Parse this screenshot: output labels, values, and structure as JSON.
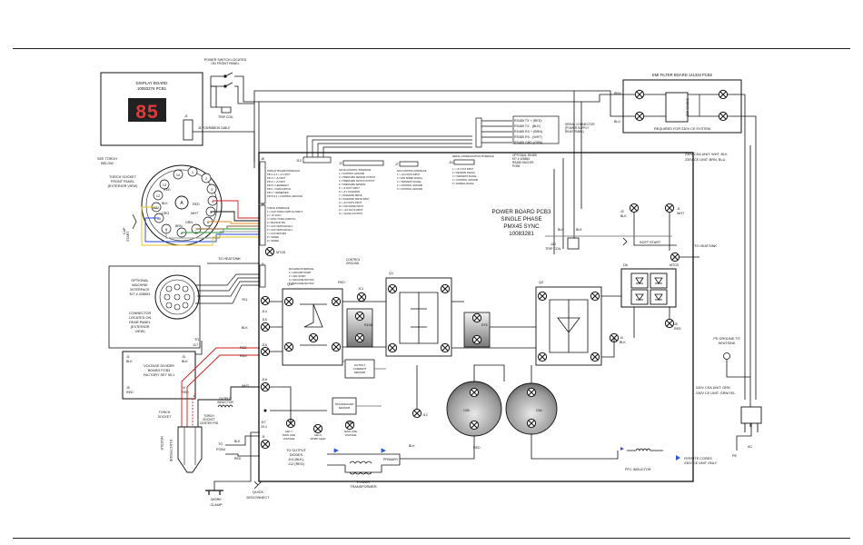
{
  "labels": {
    "power_switch": [
      "POWER SWITCH LOCATED",
      "ON FRONT PANEL"
    ],
    "trip_coil": "TRIP COIL",
    "display_board": [
      "DISPLAY BOARD",
      "10083276 PCB1"
    ],
    "display_digits": "85",
    "j1": "J1",
    "j1_cable": "J6 PCB/RIBBON CABLE",
    "see_torch": [
      "SEE TORCH",
      "BELOW"
    ],
    "torch_socket": [
      "TORCH SOCKET",
      "FRONT PANEL",
      "(EXTERIOR VIEW)"
    ],
    "socket_pins": [
      "1",
      "2",
      "3",
      "4",
      "5",
      "6",
      "7",
      "8",
      "9",
      "10",
      "11",
      "12",
      "13",
      "14"
    ],
    "socket_wire_labels": [
      "RED",
      "BLK",
      "ORG",
      "BRN",
      "GRN",
      "WHT",
      "RED",
      "BLU"
    ],
    "socket_center": "A",
    "cap_start": [
      "CAP",
      "START"
    ],
    "to_heatsink": "TO HEATSINK",
    "to_heatsink_right": "TO HEATSINK",
    "optional_interface": [
      "OPTIONAL",
      "MACHINE",
      "INTERFACE",
      "KIT # 428653"
    ],
    "connector_rear": [
      "CONNECTOR",
      "LOCATED ON",
      "REAR PANEL",
      "(EXTERIOR",
      "VIEW)"
    ],
    "to_j17": [
      "TO",
      "J17"
    ],
    "voltage_divider": [
      "VOLTAGE DIVIDER",
      "BOARD PCB4",
      "FACTORY SET 50:1"
    ],
    "vd_pins": [
      "J1",
      "BLK",
      "J3",
      "BLK",
      "J5",
      "RED",
      "J4",
      "RED"
    ],
    "torch_socket_lower": [
      "TORCH",
      "SOCKET"
    ],
    "torch_center_pin": [
      "TORCH",
      "SOCKET",
      "CENTER PIN"
    ],
    "output_inductor": [
      "OUTPUT",
      "INDUCTOR"
    ],
    "nozzle": "NOZZLE",
    "electrode": "ELECTRODE",
    "to_pcb4": [
      "TO",
      "PCB4"
    ],
    "work_clamp": [
      "WORK",
      "CLAMP"
    ],
    "quick_disconnect": [
      "QUICK",
      "DISCONNECT"
    ],
    "power_board": [
      "POWER BOARD PCB3",
      "SINGLE PHASE",
      "PMX45 SYNC",
      "10083281"
    ],
    "jacks": [
      "J8",
      "J3",
      "J2",
      "J7",
      "J9",
      "J10",
      "J11",
      "J12",
      "J13",
      "J14",
      "J15",
      "J16",
      "J17",
      "J18",
      "J19",
      "J2",
      "J1",
      "J4",
      "J5"
    ],
    "j17_ratio": "20:1",
    "j1_terminal": "J1",
    "mtg5": "MTG5",
    "mtg3": "MTG3",
    "control_ground": [
      "CONTROL",
      "GROUND"
    ],
    "q1": "Q1",
    "q2": "Q2",
    "q10": "Q10",
    "d6": "D6",
    "r106": "R106",
    "r76": "R76",
    "c65": "C65",
    "c64": "C64",
    "soft_start": "SOFT START",
    "output_current_sensor": [
      "OUTPUT",
      "CURRENT",
      "SENSOR"
    ],
    "transducer_sensor": [
      "TRANSDUCER",
      "SENSOR"
    ],
    "led_labels": [
      [
        "LED 7",
        "MAIN LINE",
        "VOLTAGE"
      ],
      [
        "LED 6",
        "WORK LEAD"
      ],
      [
        "LED 11",
        "MAIN LINE",
        "VOLTAGE"
      ]
    ],
    "primary": "PRIMARY",
    "to_output_diodes": [
      "TO OUTPUT",
      "DIODES",
      "J14 (BLK),",
      "J12 (RED)"
    ],
    "power_transformer": [
      "POWER",
      "TRANSFORMER"
    ],
    "pfc_inductor": "PFC INDUCTOR",
    "ferrite_cores": [
      "FERRITE CORES",
      "230V CE UNIT ONLY"
    ],
    "pe": "PE",
    "ac": "AC",
    "pe_ground": [
      "PE GROUND TO",
      "HEATSINK"
    ],
    "unit_240v": [
      "240V CSA UNIT: GRN",
      "230V CE UNIT: GRN/YEL"
    ],
    "unit_230v": [
      "230V CSA UNIT: WHT, BLK",
      "230V CE UNIT: BRN, BLU"
    ],
    "emi_filter": "EMI FILTER BOARD 141334 PCB2",
    "emi_choke": "EMI CHOKE",
    "emi_required": "REQUIRED FOR 230V CE SYSTEM",
    "brn": "BRN",
    "blu": "BLU",
    "blk": "BLK",
    "red": "RED",
    "yel": "YEL",
    "wht": "WHT",
    "j10_trip": [
      "J10",
      "TRIP COIL"
    ],
    "serial_connector": [
      "SERIAL CONNECTOR",
      "(POWER SUPPLY",
      "REAR PANEL)"
    ],
    "rs485": [
      "RS485 TX + (RED)",
      "RS485 TX - (BLK)",
      "RS485 RX + (BRN)",
      "RS485 RX - (WHT)",
      "RS485 GND (GRN)"
    ],
    "optional_rs485": [
      "OPTIONAL RS485",
      "KIT # 428654",
      "RS485 SACLER",
      "PCB5"
    ],
    "j8_interface": [
      "DISPLAY BOARD INTERFACE",
      "PIN 1 & 2  = +5 V-DCT",
      "PIN 3  = +5 VDCT",
      "PIN 4  = +5 VDCT",
      "PIN 5  = LED/READY",
      "PIN 1  = DATA/ORTCO",
      "PIN 7  = RESERVED",
      "PIN 8 & 9 = CONTROL GROUND"
    ],
    "j9_interface": [
      "TORCH INTERFACE",
      "1 = CAP TORCH SWITCH INPUT",
      "2 = +5 V-DCT",
      "3 = DISC TORCH SWITCH",
      "4 = BACKUP PIN",
      "5 = AUX VENT/VALVE 2",
      "6 = AUX VENT/VALVE 1",
      "7 = AUX RETURN",
      "8 = SPARE",
      "9 = SPARE",
      "10 = TORCH TYPE"
    ],
    "j3_interface": [
      "MACHINE INTERFACE",
      "1 = AROUND START",
      "2 = ARC START",
      "3 = MACHINE MOTION",
      "4 = MACHINE MOTION"
    ],
    "j2_interface": [
      "VALVE CONTROL INTERFACE",
      "1 = CONTROL GROUND",
      "2 = PRESSURE SENSOR OUTPUT",
      "3 = PRESSURE SWITCH OUTPUT",
      "4 = PRESSURE SENSOR",
      "5 = +5 VDCT INPUT",
      "6 = +5 V SOLENOID",
      "7 = SOLENOID DRIVE",
      "8 = SOLENOID DRIVE INPUT",
      "9 = +24 VOLTS INPUT",
      "10 = FAN DRIVE INPUT",
      "11 = +24 VOLTS INPUT",
      "12 = VALVE 1/OUTPUT"
    ],
    "j7_interface": [
      "FAN CONTROL INTERFACE",
      "1 = +24 VOLTS INPUT",
      "2 = FAN SPEED SIGNAL",
      "3 = TRANSMIT SIGNAL",
      "4 = CONTROL GROUND",
      "5 = CONTROL GROUND"
    ],
    "j11_interface": [
      "SERIAL COMMUNICATION INTERFACE",
      "1 = +5 V DCT INPUT",
      "2 = RECEIVE SIGNAL",
      "3 = TRANSMIT SIGNAL",
      "4 = CONTROL GROUND",
      "5 = ENABLE SIGNAL"
    ]
  }
}
